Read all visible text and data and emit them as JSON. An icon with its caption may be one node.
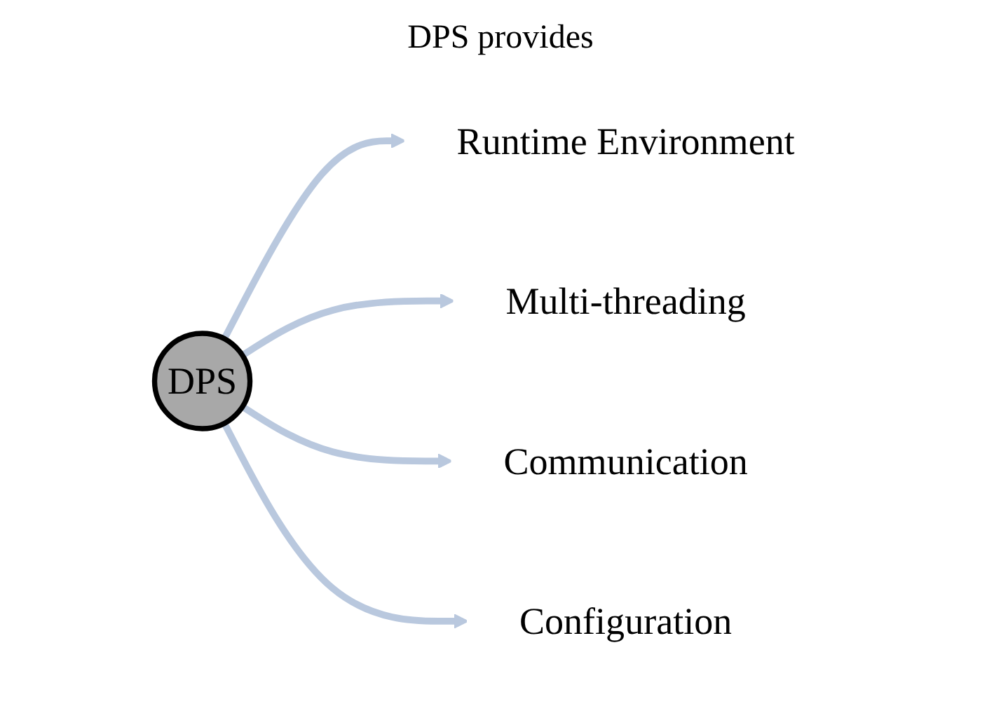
{
  "diagram": {
    "title": "DPS provides",
    "nodes": [
      {
        "text": [
          "DPS"
        ]
      },
      {
        "text": [
          "Runtime Environment"
        ]
      },
      {
        "text": [
          "Multi-threading"
        ]
      },
      {
        "text": [
          "Communication"
        ]
      },
      {
        "text": [
          "Configuration"
        ]
      }
    ],
    "edges": [
      {
        "from": 0,
        "to": 1,
        "arrow": "to"
      },
      {
        "from": 0,
        "to": 2,
        "arrow": "to"
      },
      {
        "from": 0,
        "to": 3,
        "arrow": "to"
      },
      {
        "from": 0,
        "to": 4,
        "arrow": "to"
      }
    ]
  }
}
